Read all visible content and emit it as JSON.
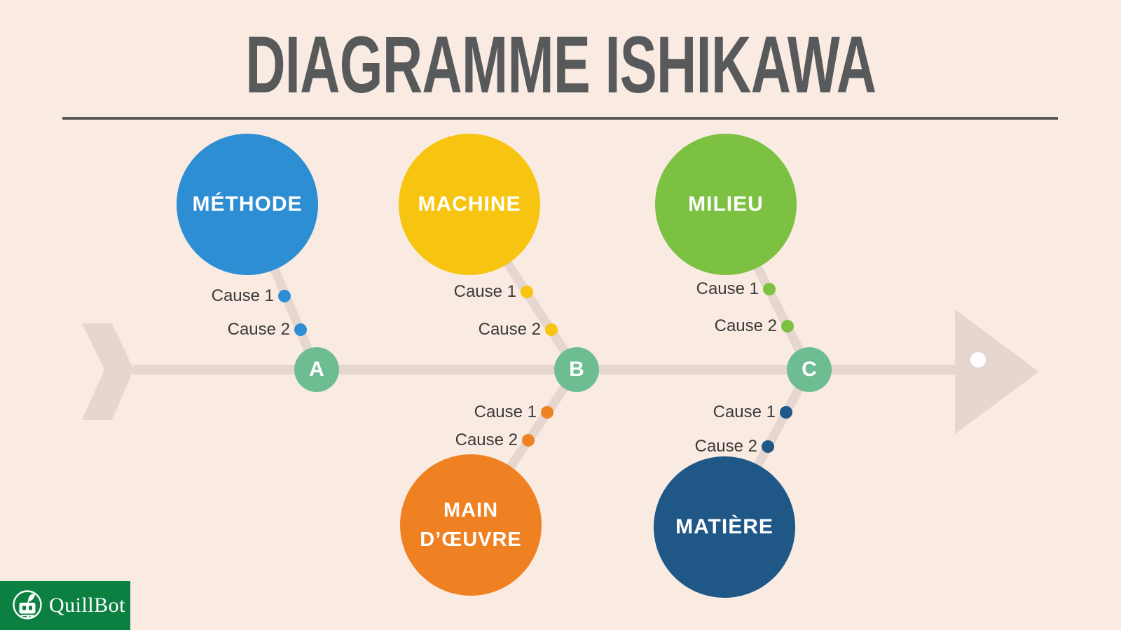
{
  "page": {
    "title": "DIAGRAMME ISHIKAWA"
  },
  "colors": {
    "background": "#F9EBE2",
    "title_text": "#58595B",
    "bone": "#E5D7CF",
    "node_green": "#6EBD92",
    "cause_text": "#3A3A3A",
    "logo_green": "#0C8040"
  },
  "nodes": [
    {
      "label": "A"
    },
    {
      "label": "B"
    },
    {
      "label": "C"
    }
  ],
  "branches": [
    {
      "label": "MÉTHODE",
      "side": "top",
      "node": "A",
      "color": "#2D8ED3",
      "causes": [
        "Cause 1",
        "Cause 2"
      ]
    },
    {
      "label": "MACHINE",
      "side": "top",
      "node": "B",
      "color": "#F7C511",
      "causes": [
        "Cause 1",
        "Cause 2"
      ]
    },
    {
      "label": "MILIEU",
      "side": "top",
      "node": "C",
      "color": "#7CC142",
      "causes": [
        "Cause 1",
        "Cause 2"
      ]
    },
    {
      "label": "MAIN D’ŒUVRE",
      "lines": [
        "MAIN",
        "D’ŒUVRE"
      ],
      "side": "bottom",
      "node": "B",
      "color": "#F08122",
      "causes": [
        "Cause 1",
        "Cause 2"
      ]
    },
    {
      "label": "MATIÈRE",
      "side": "bottom",
      "node": "C",
      "color": "#1F5787",
      "causes": [
        "Cause 1",
        "Cause 2"
      ]
    }
  ],
  "logo": {
    "brand": "QuillBot"
  }
}
